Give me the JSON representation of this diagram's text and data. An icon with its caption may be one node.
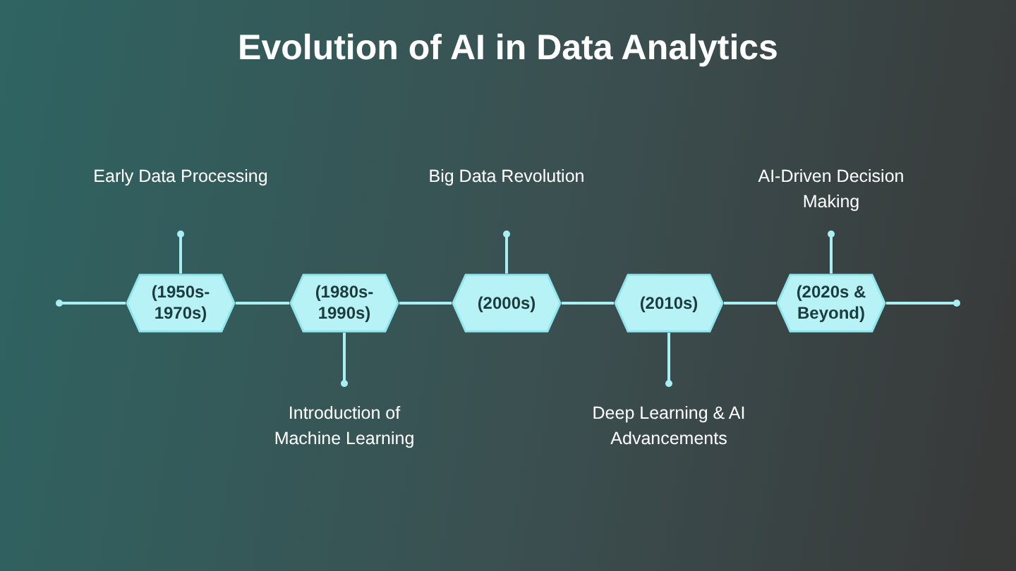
{
  "diagram": {
    "title": "Evolution of AI in Data Analytics",
    "nodes": [
      {
        "text": [
          "(1950s- 1970s)"
        ]
      },
      {
        "text": [
          "(1980s- 1990s)"
        ]
      },
      {
        "text": [
          "(2000s)"
        ]
      },
      {
        "text": [
          "(2010s)"
        ]
      },
      {
        "text": [
          "(2020s & Beyond)"
        ]
      },
      {
        "text": [
          "Early Data Processing"
        ]
      },
      {
        "text": [
          "Introduction of Machine Learning"
        ]
      },
      {
        "text": [
          "Big Data Revolution"
        ]
      },
      {
        "text": [
          "Deep Learning & AI Advancements"
        ]
      },
      {
        "text": [
          "AI-Driven Decision Making"
        ]
      }
    ],
    "edges": [
      {
        "from": 0,
        "to": null,
        "arrow": "other"
      },
      {
        "from": 0,
        "to": 1,
        "arrow": "none"
      },
      {
        "from": 1,
        "to": 2,
        "arrow": "none"
      },
      {
        "from": 2,
        "to": 3,
        "arrow": "none"
      },
      {
        "from": 3,
        "to": 4,
        "arrow": "none"
      },
      {
        "from": 4,
        "to": null,
        "arrow": "other"
      },
      {
        "from": 0,
        "to": 5,
        "arrow": "other"
      },
      {
        "from": 1,
        "to": 6,
        "arrow": "other"
      },
      {
        "from": 2,
        "to": 7,
        "arrow": "other"
      },
      {
        "from": 3,
        "to": 8,
        "arrow": "other"
      },
      {
        "from": 4,
        "to": 9,
        "arrow": "other"
      }
    ]
  }
}
